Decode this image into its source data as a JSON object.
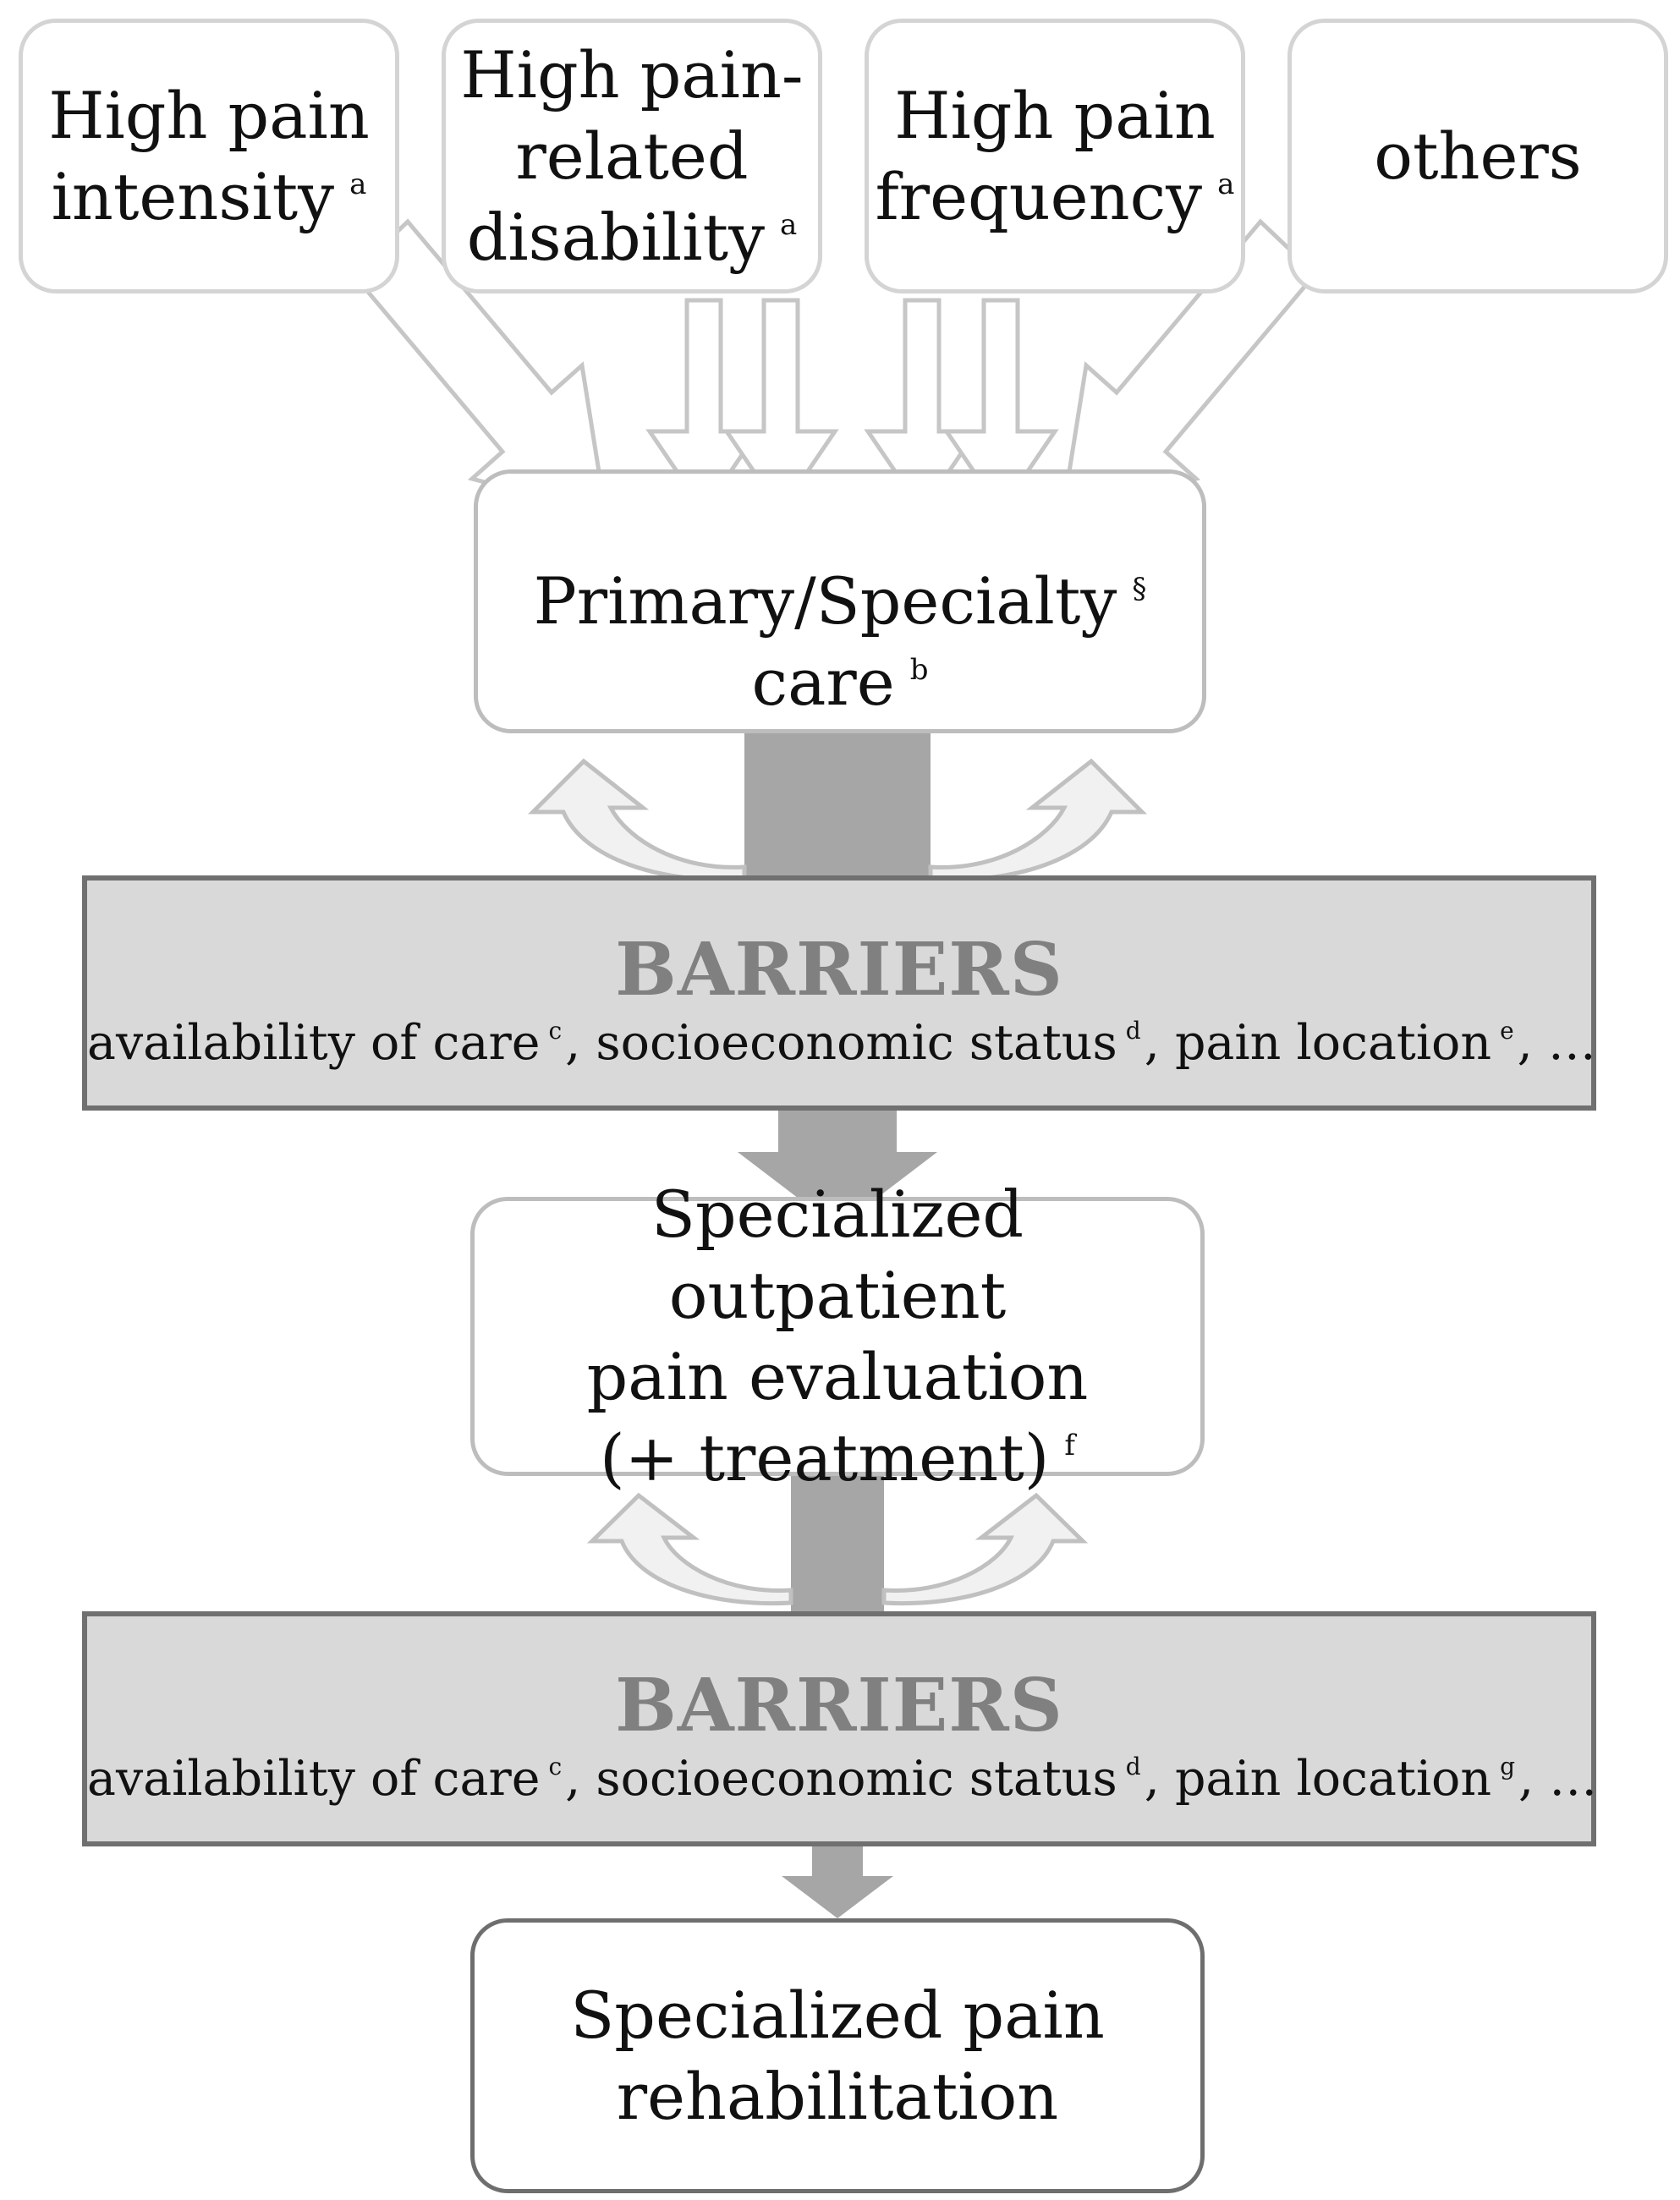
{
  "sources": [
    {
      "label": "High pain\nintensity",
      "note": "a"
    },
    {
      "label": "High pain-\nrelated\ndisability",
      "note": "a"
    },
    {
      "label": "High pain\nfrequency",
      "note": "a"
    },
    {
      "label": "others",
      "note": ""
    }
  ],
  "primary_care": {
    "line1": "Primary/Specialty",
    "line1_note": "§",
    "line2": "care",
    "line2_note": "b"
  },
  "barriers_1": {
    "title": "BARRIERS",
    "items": [
      {
        "text": "availability of care",
        "note": "c",
        "sep": ","
      },
      {
        "text": "socioeconomic status",
        "note": "d",
        "sep": ","
      },
      {
        "text": "pain location",
        "note": "e",
        "sep": ", …"
      }
    ]
  },
  "outpatient": {
    "label": "Specialized outpatient\npain evaluation\n(+ treatment)",
    "note": "f"
  },
  "barriers_2": {
    "title": "BARRIERS",
    "items": [
      {
        "text": "availability of care",
        "note": "c",
        "sep": ","
      },
      {
        "text": "socioeconomic status",
        "note": "d",
        "sep": ","
      },
      {
        "text": "pain location",
        "note": "g",
        "sep": ", …"
      }
    ]
  },
  "rehabilitation": {
    "label": "Specialized pain\nrehabilitation"
  },
  "colors": {
    "barrier_fill": "#d9d9d9",
    "barrier_border": "#707070",
    "barrier_title": "#808080",
    "flow_arrow": "#a6a6a6",
    "source_border": "#d4d4d4"
  }
}
